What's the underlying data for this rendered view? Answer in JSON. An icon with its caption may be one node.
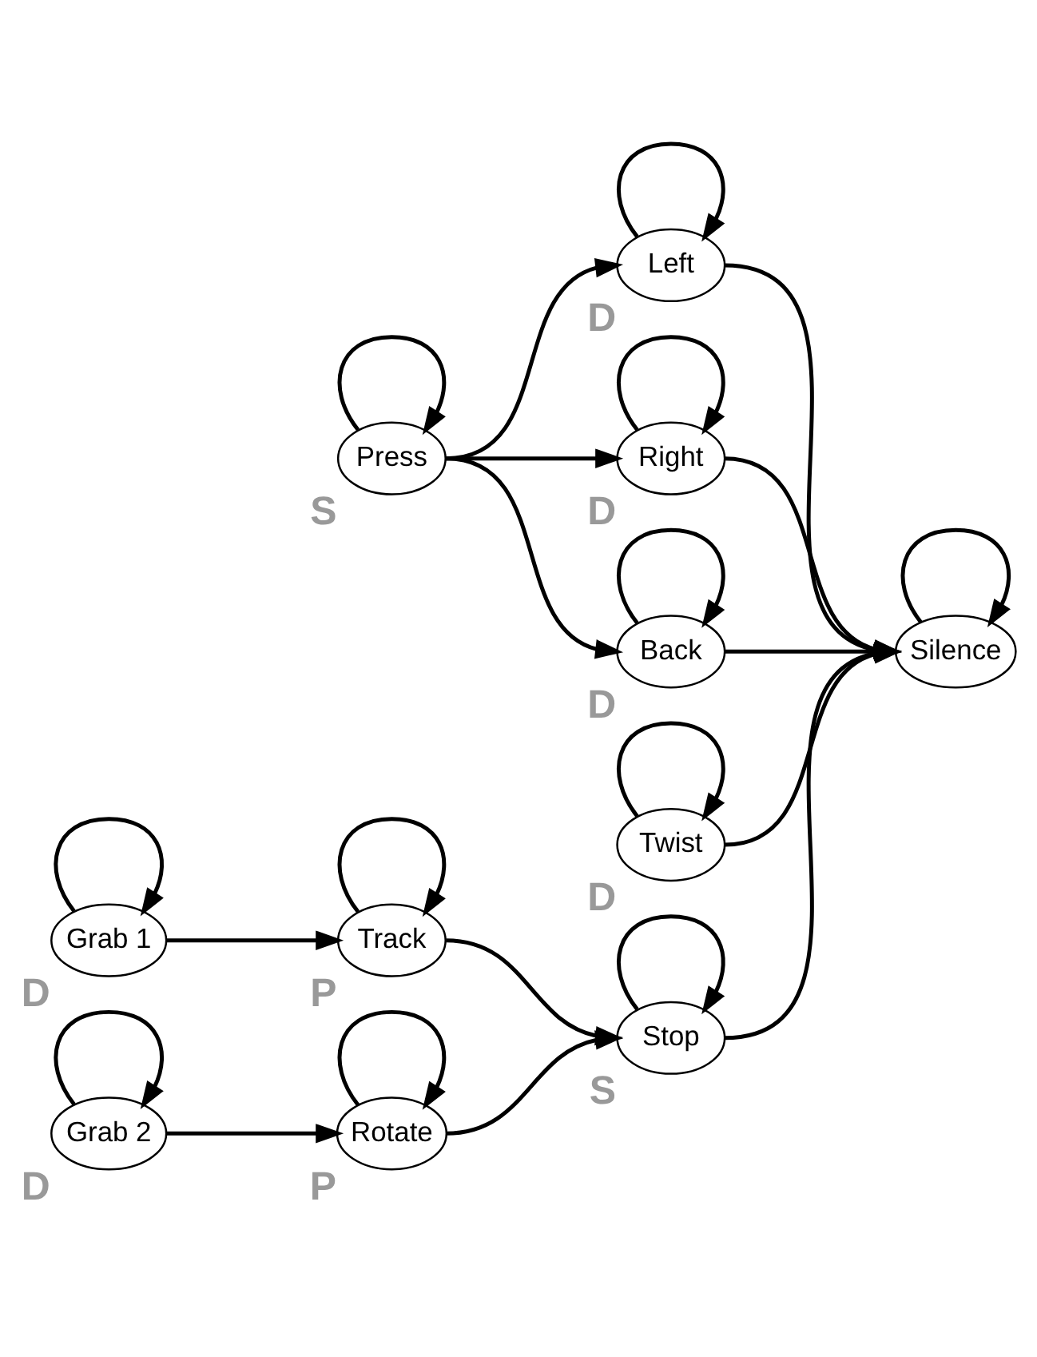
{
  "diagram": {
    "nodes": [
      {
        "text": [
          "Left"
        ],
        "beside": [
          "D"
        ]
      },
      {
        "text": [
          "Right"
        ],
        "beside": [
          "D"
        ]
      },
      {
        "text": [
          "Press"
        ],
        "beside": [
          "S"
        ]
      },
      {
        "text": [
          "Back"
        ],
        "beside": [
          "D"
        ]
      },
      {
        "text": [
          "Twist"
        ],
        "beside": [
          "D"
        ]
      },
      {
        "text": [
          "Silence"
        ]
      },
      {
        "text": [
          "Grab 1"
        ],
        "beside": [
          "D"
        ]
      },
      {
        "text": [
          "Track"
        ],
        "beside": [
          "P"
        ]
      },
      {
        "text": [
          "Stop"
        ],
        "beside": [
          "S"
        ]
      },
      {
        "text": [
          "Grab 2"
        ],
        "beside": [
          "D"
        ]
      },
      {
        "text": [
          "Rotate"
        ],
        "beside": [
          "P"
        ]
      }
    ],
    "edges": [
      {
        "from": 0,
        "to": 0,
        "arrow": "to"
      },
      {
        "from": 1,
        "to": 1,
        "arrow": "to"
      },
      {
        "from": 2,
        "to": 2,
        "arrow": "to"
      },
      {
        "from": 3,
        "to": 3,
        "arrow": "to"
      },
      {
        "from": 4,
        "to": 4,
        "arrow": "to"
      },
      {
        "from": 5,
        "to": 5,
        "arrow": "to"
      },
      {
        "from": 6,
        "to": 6,
        "arrow": "to"
      },
      {
        "from": 7,
        "to": 7,
        "arrow": "to"
      },
      {
        "from": 8,
        "to": 8,
        "arrow": "to"
      },
      {
        "from": 9,
        "to": 9,
        "arrow": "to"
      },
      {
        "from": 10,
        "to": 10,
        "arrow": "to"
      },
      {
        "from": 2,
        "to": 0,
        "arrow": "to"
      },
      {
        "from": 2,
        "to": 1,
        "arrow": "to"
      },
      {
        "from": 2,
        "to": 3,
        "arrow": "to"
      },
      {
        "from": 0,
        "to": 5,
        "arrow": "to"
      },
      {
        "from": 1,
        "to": 5,
        "arrow": "to"
      },
      {
        "from": 3,
        "to": 5,
        "arrow": "to"
      },
      {
        "from": 4,
        "to": 5,
        "arrow": "to"
      },
      {
        "from": 6,
        "to": 7,
        "arrow": "to"
      },
      {
        "from": 7,
        "to": 8,
        "arrow": "to"
      },
      {
        "from": 9,
        "to": 10,
        "arrow": "to"
      },
      {
        "from": 10,
        "to": 8,
        "arrow": "to"
      },
      {
        "from": 8,
        "to": 5,
        "arrow": "to"
      }
    ]
  }
}
